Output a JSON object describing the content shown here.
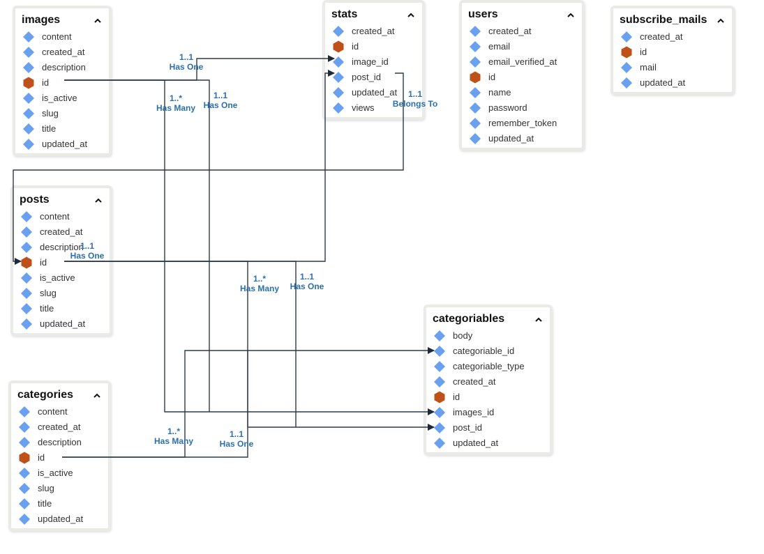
{
  "tables": [
    {
      "id": "images",
      "title": "images",
      "fields": [
        {
          "name": "content",
          "type": "field"
        },
        {
          "name": "created_at",
          "type": "field"
        },
        {
          "name": "description",
          "type": "field"
        },
        {
          "name": "id",
          "type": "key"
        },
        {
          "name": "is_active",
          "type": "field"
        },
        {
          "name": "slug",
          "type": "field"
        },
        {
          "name": "title",
          "type": "field"
        },
        {
          "name": "updated_at",
          "type": "field"
        }
      ]
    },
    {
      "id": "stats",
      "title": "stats",
      "fields": [
        {
          "name": "created_at",
          "type": "field"
        },
        {
          "name": "id",
          "type": "key"
        },
        {
          "name": "image_id",
          "type": "field"
        },
        {
          "name": "post_id",
          "type": "field"
        },
        {
          "name": "updated_at",
          "type": "field"
        },
        {
          "name": "views",
          "type": "field"
        }
      ]
    },
    {
      "id": "users",
      "title": "users",
      "fields": [
        {
          "name": "created_at",
          "type": "field"
        },
        {
          "name": "email",
          "type": "field"
        },
        {
          "name": "email_verified_at",
          "type": "field"
        },
        {
          "name": "id",
          "type": "key"
        },
        {
          "name": "name",
          "type": "field"
        },
        {
          "name": "password",
          "type": "field"
        },
        {
          "name": "remember_token",
          "type": "field"
        },
        {
          "name": "updated_at",
          "type": "field"
        }
      ]
    },
    {
      "id": "subscribe_mails",
      "title": "subscribe_mails",
      "fields": [
        {
          "name": "created_at",
          "type": "field"
        },
        {
          "name": "id",
          "type": "key"
        },
        {
          "name": "mail",
          "type": "field"
        },
        {
          "name": "updated_at",
          "type": "field"
        }
      ]
    },
    {
      "id": "posts",
      "title": "posts",
      "fields": [
        {
          "name": "content",
          "type": "field"
        },
        {
          "name": "created_at",
          "type": "field"
        },
        {
          "name": "description",
          "type": "field"
        },
        {
          "name": "id",
          "type": "key"
        },
        {
          "name": "is_active",
          "type": "field"
        },
        {
          "name": "slug",
          "type": "field"
        },
        {
          "name": "title",
          "type": "field"
        },
        {
          "name": "updated_at",
          "type": "field"
        }
      ]
    },
    {
      "id": "categoriables",
      "title": "categoriables",
      "fields": [
        {
          "name": "body",
          "type": "field"
        },
        {
          "name": "categoriable_id",
          "type": "field"
        },
        {
          "name": "categoriable_type",
          "type": "field"
        },
        {
          "name": "created_at",
          "type": "field"
        },
        {
          "name": "id",
          "type": "key"
        },
        {
          "name": "images_id",
          "type": "field"
        },
        {
          "name": "post_id",
          "type": "field"
        },
        {
          "name": "updated_at",
          "type": "field"
        }
      ]
    },
    {
      "id": "categories",
      "title": "categories",
      "fields": [
        {
          "name": "content",
          "type": "field"
        },
        {
          "name": "created_at",
          "type": "field"
        },
        {
          "name": "description",
          "type": "field"
        },
        {
          "name": "id",
          "type": "key"
        },
        {
          "name": "is_active",
          "type": "field"
        },
        {
          "name": "slug",
          "type": "field"
        },
        {
          "name": "title",
          "type": "field"
        },
        {
          "name": "updated_at",
          "type": "field"
        }
      ]
    }
  ],
  "relations": [
    {
      "id": "images-stats",
      "cardinality": "1..1",
      "type": "Has One"
    },
    {
      "id": "images-categoriables",
      "cardinality": "1..*",
      "type": "Has Many"
    },
    {
      "id": "images-categoriables-2",
      "cardinality": "1..1",
      "type": "Has One"
    },
    {
      "id": "stats-posts",
      "cardinality": "1..1",
      "type": "Belongs To"
    },
    {
      "id": "posts-stats",
      "cardinality": "1..1",
      "type": "Has One"
    },
    {
      "id": "posts-categoriables",
      "cardinality": "1..*",
      "type": "Has Many"
    },
    {
      "id": "posts-categoriables-2",
      "cardinality": "1..1",
      "type": "Has One"
    },
    {
      "id": "categories-categoriables",
      "cardinality": "1..*",
      "type": "Has Many"
    },
    {
      "id": "categories-categoriables-2",
      "cardinality": "1..1",
      "type": "Has One"
    }
  ],
  "colors": {
    "field_icon": "#6aa0f0",
    "key_icon": "#c0501a",
    "link": "#2b3a4a",
    "label": "#2a6fb0"
  },
  "icons": {
    "field": "diamond-icon",
    "key": "hexagon-key-icon",
    "collapse": "chevron-up-icon"
  }
}
